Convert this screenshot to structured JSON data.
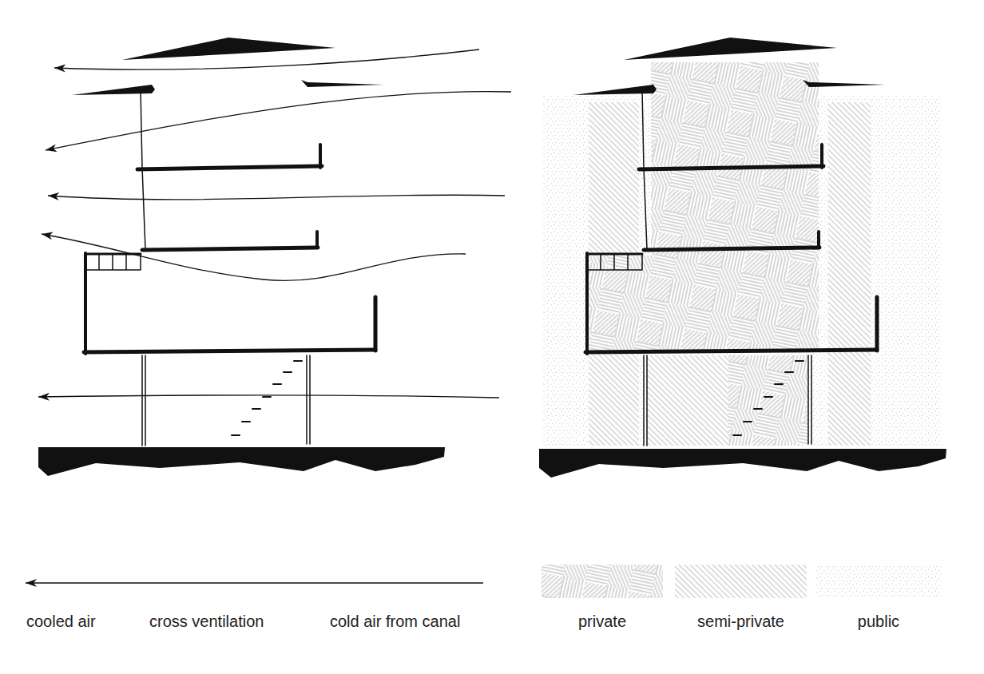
{
  "diagram": {
    "labels": [
      "cooled air",
      "cross ventilation",
      "cold air from canal"
    ],
    "legend": [
      {
        "text": "private"
      },
      {
        "text": "semi-private"
      },
      {
        "text": "public"
      }
    ]
  }
}
